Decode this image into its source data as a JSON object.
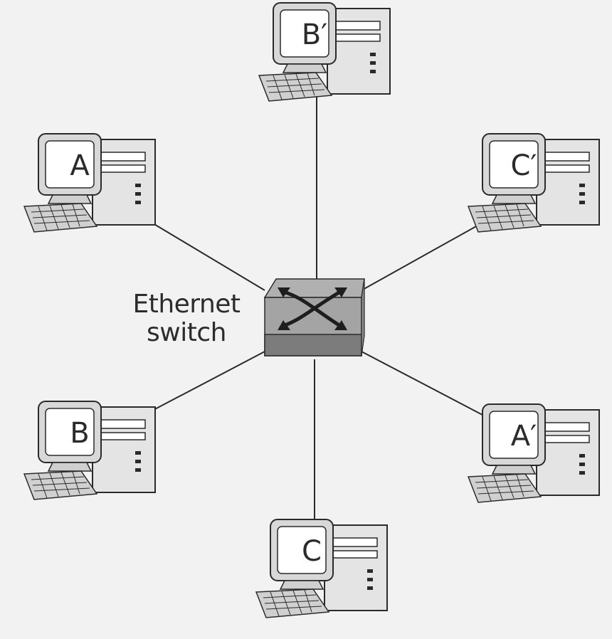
{
  "switch": {
    "label_line1": "Ethernet",
    "label_line2": "switch"
  },
  "hosts": {
    "b_prime": {
      "label": "B′"
    },
    "a": {
      "label": "A"
    },
    "c_prime": {
      "label": "C′"
    },
    "b": {
      "label": "B"
    },
    "a_prime": {
      "label": "A′"
    },
    "c": {
      "label": "C"
    }
  },
  "colors": {
    "ink": "#2a2a2a",
    "case": "#e6e6e6",
    "screen": "#bdbdbd",
    "switch_top": "#a9a9a9",
    "switch_front": "#7d7d7d"
  },
  "icons": {
    "switch": "crossed-arrows-switch-icon",
    "host": "desktop-computer-icon"
  }
}
